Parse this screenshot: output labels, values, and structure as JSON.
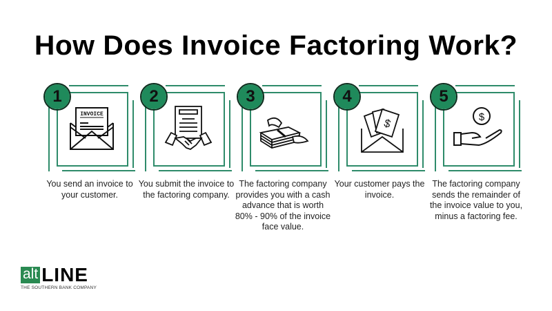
{
  "title": "How Does Invoice Factoring Work?",
  "accent_color": "#2e8b6a",
  "badge_color": "#1f8a5b",
  "steps": [
    {
      "number": "1",
      "icon": "invoice-envelope-icon",
      "icon_text": "INVOICE",
      "description": "You send an invoice to your customer."
    },
    {
      "number": "2",
      "icon": "contract-handshake-icon",
      "description": "You submit the invoice to the factoring company."
    },
    {
      "number": "3",
      "icon": "flying-money-icon",
      "description": "The factoring company provides you with a cash advance that is worth 80% - 90% of the invoice face value."
    },
    {
      "number": "4",
      "icon": "money-envelope-icon",
      "description": "Your customer pays the invoice."
    },
    {
      "number": "5",
      "icon": "hand-dollar-coin-icon",
      "description": "The factoring company sends the remainder of the invoice value to you, minus a factoring fee."
    }
  ],
  "logo": {
    "alt": "alt",
    "line": "LINE",
    "tagline": "THE SOUTHERN BANK COMPANY"
  }
}
